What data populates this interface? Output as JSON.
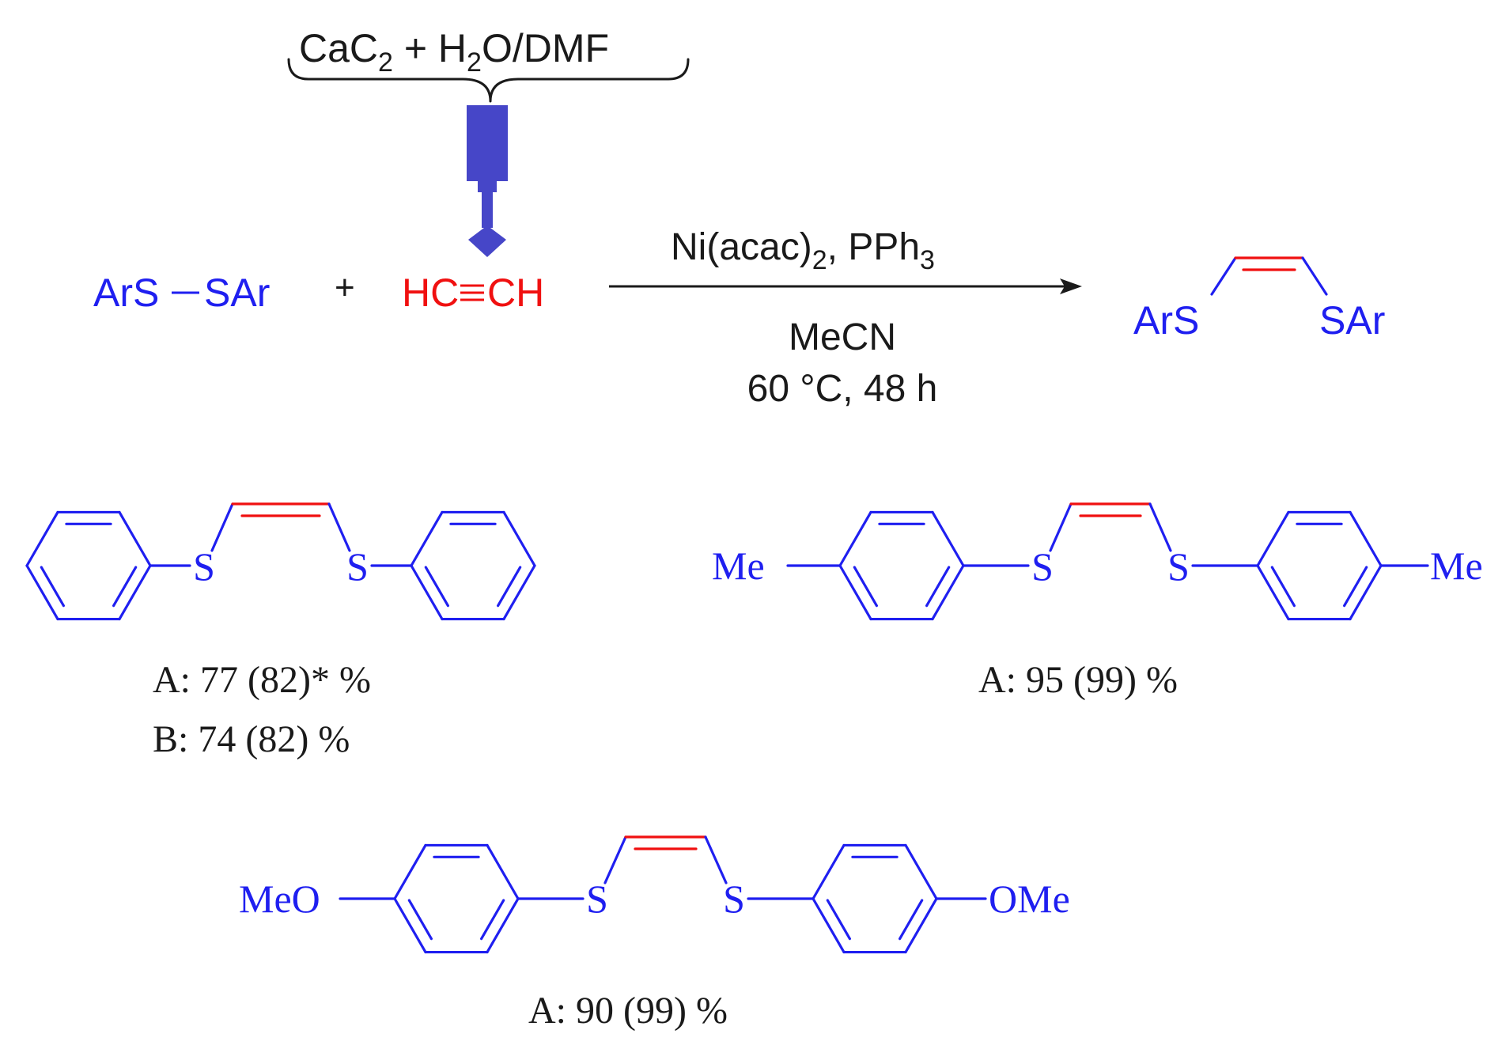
{
  "colors": {
    "reagent_blue": "#1f1ff0",
    "acetylene_red": "#f01010",
    "text_black": "#1a1a1a",
    "generator_blue": "#4646c8"
  },
  "acetylene_source": {
    "main": "CaC",
    "sub": "2",
    "rest_a": " + H",
    "sub2": "2",
    "rest_b": "O/DMF"
  },
  "reaction": {
    "reactant_1": "ArS",
    "reactant_1b": "SAr",
    "plus": "+",
    "reactant_2a": "HC",
    "reactant_2b": "CH",
    "conditions_above_a": "Ni(acac)",
    "conditions_above_sub": "2",
    "conditions_above_b": ", PPh",
    "conditions_above_sub2": "3",
    "solvent": "MeCN",
    "temp_time": "60 °C, 48 h",
    "product_left": "ArS",
    "product_right": "SAr"
  },
  "products": [
    {
      "atom_s1": "S",
      "atom_s2": "S",
      "yield_a": "A: 77 (82)* %",
      "yield_b": "B: 74 (82) %"
    },
    {
      "sub_left": "Me",
      "sub_right": "Me",
      "atom_s1": "S",
      "atom_s2": "S",
      "yield_a": "A: 95 (99) %"
    },
    {
      "sub_left": "MeO",
      "sub_right": "OMe",
      "atom_s1": "S",
      "atom_s2": "S",
      "yield_a": "A: 90 (99) %"
    }
  ]
}
